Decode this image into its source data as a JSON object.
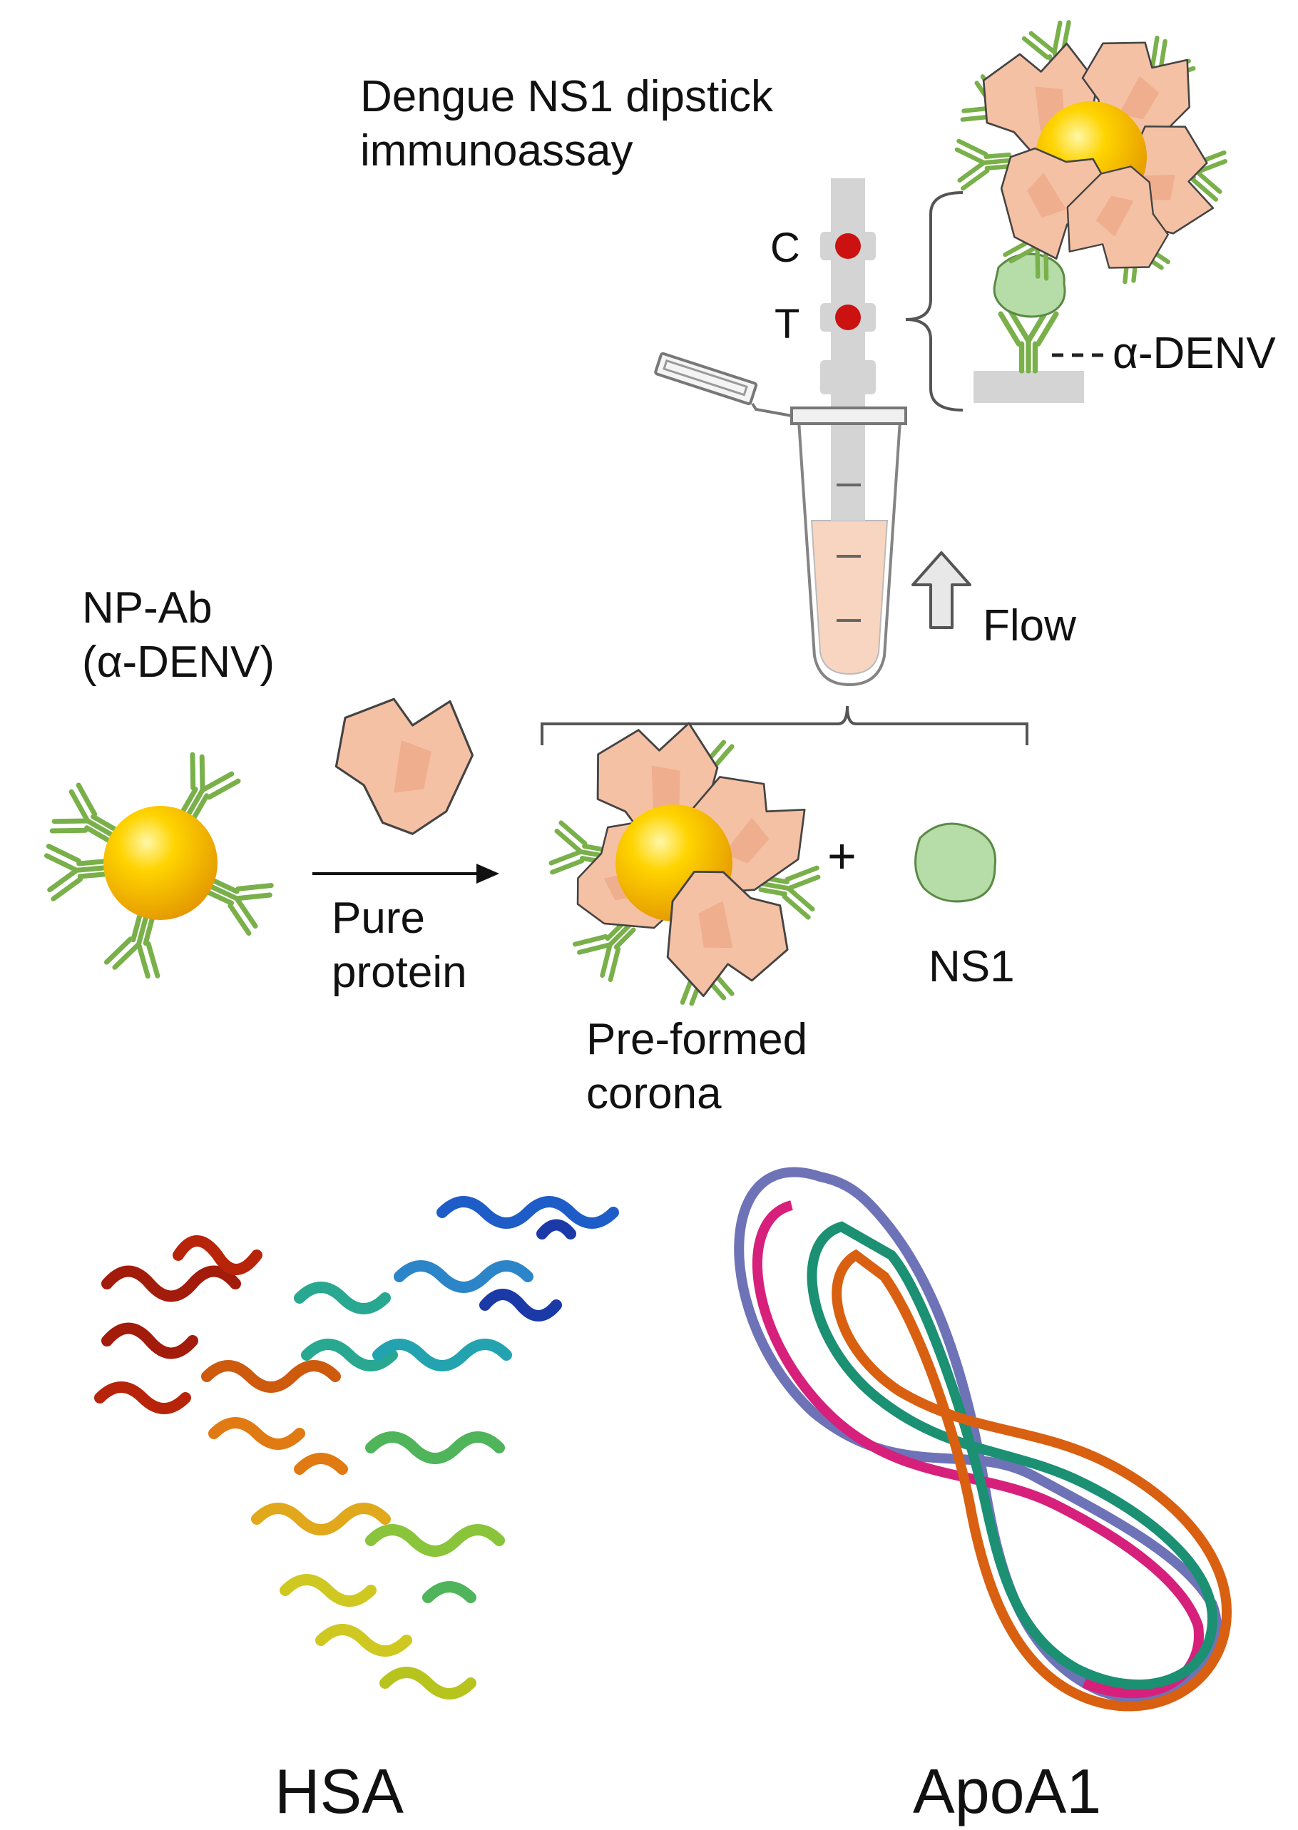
{
  "title": {
    "line1": "Dengue NS1 dipstick",
    "line2": "immunoassay"
  },
  "strip": {
    "control_label": "C",
    "test_label": "T",
    "capture_antibody_label": "α-DENV"
  },
  "flow_label": "Flow",
  "nanoparticle": {
    "line1": "NP-Ab",
    "line2": "(α-DENV)"
  },
  "arrow_label": {
    "line1": "Pure",
    "line2": "protein"
  },
  "corona_label": {
    "line1": "Pre-formed",
    "line2": "corona"
  },
  "plus_sign": "+",
  "ns1_label": "NS1",
  "structures": {
    "left_label": "HSA",
    "right_label": "ApoA1"
  },
  "colors": {
    "antibody": "#79b04a",
    "nanoparticle": "#f7c600",
    "protein": "#f5c1a4",
    "ns1": "#b6dca7",
    "strip": "#d4d4d4",
    "dot": "#cc1111"
  }
}
